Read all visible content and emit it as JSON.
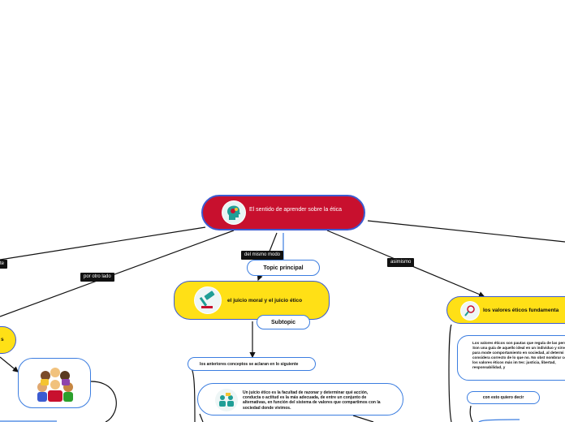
{
  "root": {
    "title": "El sentido de aprender sobre la ética"
  },
  "connectors": {
    "left": "rte",
    "por_otro_lado": "por otro lado",
    "del_mismo_modo": "del mismo modo",
    "asimismo": "asimismo"
  },
  "center": {
    "topic_principal": "Topic principal",
    "node_title": "el juicio moral y el juicio ético",
    "subtopic": "Subtopic",
    "conceptos": "los anteriores conceptos se aclaran en lo siguiente",
    "juicio_etico_text": "Un juicio ético es la facultad de razonar y determinar qué acción, conducta o actitud es la más adecuada, de entre un conjunto de alternativas, en función del sistema de valores que compartimos con la sociedad donde vivimos."
  },
  "right": {
    "node_title": "los valores éticos fundamenta",
    "valores_text": "Los valores éticos son pautas que regula de las personas. Son una guía de aquello ideal en un individuo y sirven para mode comportamiento en sociedad, al determi considera correcto de lo que no. No obst nombrar como los valores éticos más im tes: justicia, libertad, responsabilidad, y",
    "con_esto": "con esto quiero decir"
  },
  "left": {
    "node_title": "s"
  },
  "icons": [
    "brain-gears-icon",
    "gavel-icon",
    "people-discussion-icon",
    "magnifier-icon",
    "children-group-icon"
  ],
  "colors": {
    "root": "#c8102e",
    "topic": "#ffe016",
    "border": "#3b5bd1",
    "link": "#3b7de0"
  }
}
